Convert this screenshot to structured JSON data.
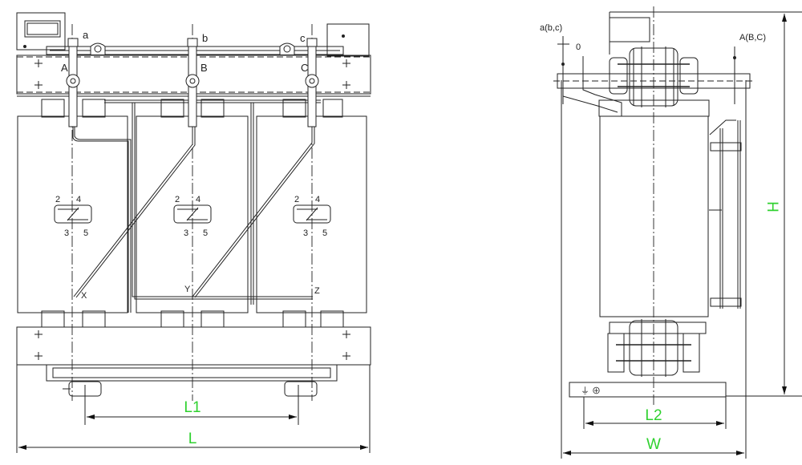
{
  "front_view": {
    "terminals_lv": [
      "a",
      "b",
      "c"
    ],
    "terminals_hv": [
      "A",
      "B",
      "C"
    ],
    "tap_labels": {
      "top_left": "2",
      "top_right": "4",
      "bottom_left": "3",
      "bottom_right": "5"
    },
    "neutral_labels": [
      "X",
      "Y",
      "Z"
    ],
    "dim_l1": "L1",
    "dim_l": "L"
  },
  "side_view": {
    "lv_label": "a(b,c)",
    "neutral_label": "0",
    "hv_label": "A(B,C)",
    "dim_h": "H",
    "dim_l2": "L2",
    "dim_w": "W"
  },
  "colors": {
    "line": "#222222",
    "dimension_text": "#2fd12f",
    "background": "#ffffff"
  }
}
